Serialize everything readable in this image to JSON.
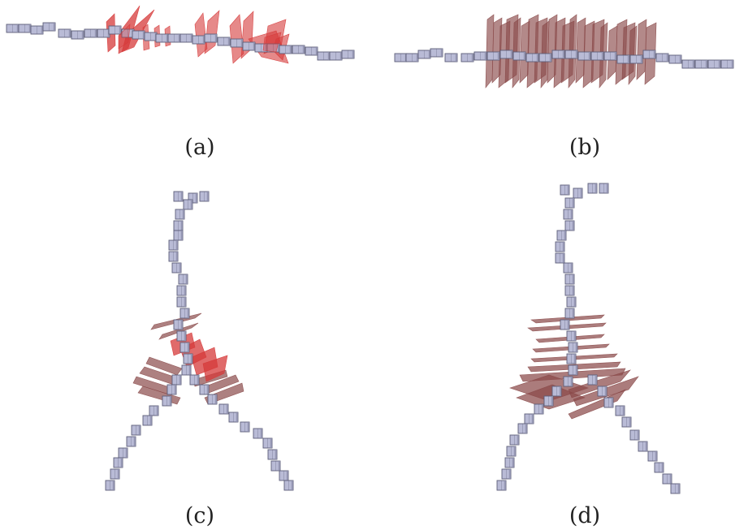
{
  "figure": {
    "panels": [
      {
        "id": "a",
        "caption": "(a)",
        "orientation": "horizontal",
        "plane_color": "#d63a3a",
        "plane_style": "red"
      },
      {
        "id": "b",
        "caption": "(b)",
        "orientation": "horizontal",
        "plane_color": "#8a4a4a",
        "plane_style": "brown"
      },
      {
        "id": "c",
        "caption": "(c)",
        "orientation": "y-junction",
        "plane_color": "#d63a3a",
        "plane_style": "red"
      },
      {
        "id": "d",
        "caption": "(d)",
        "orientation": "y-junction",
        "plane_color": "#8a4a4a",
        "plane_style": "brown"
      }
    ],
    "colors": {
      "cube_fill": "#b9bbd6",
      "cube_edge": "#5c5e78",
      "cube_shade": "#8e90ad",
      "plane_red": "#d63a3a",
      "plane_brown": "#8a4a4a",
      "background": "#ffffff"
    }
  }
}
